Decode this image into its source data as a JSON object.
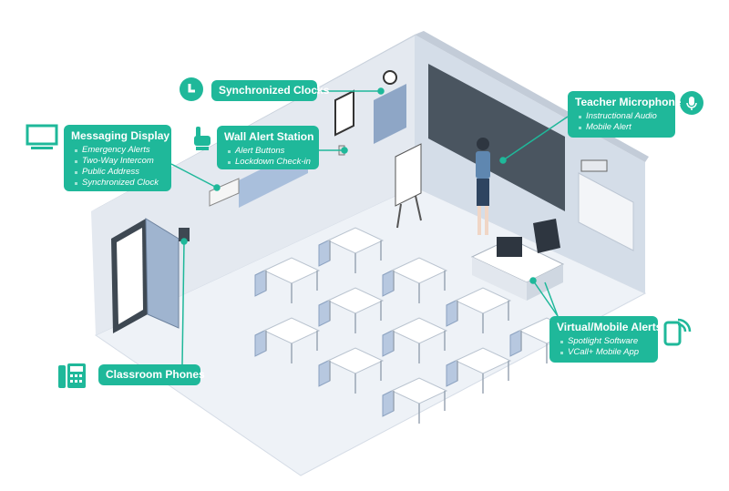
{
  "colors": {
    "accent": "#1fb89a",
    "wall": "#e3e8ef",
    "floor": "#eef2f7",
    "board": "#4a5560"
  },
  "callouts": {
    "clocks": {
      "title": "Synchronized Clocks",
      "icon": "clock-icon"
    },
    "messaging": {
      "title": "Messaging Display",
      "items": [
        "Emergency Alerts",
        "Two-Way Intercom",
        "Public Address",
        "Synchronized Clock"
      ],
      "icon": "monitor-icon"
    },
    "wall_alert": {
      "title": "Wall Alert Station",
      "items": [
        "Alert Buttons",
        "Lockdown Check-in"
      ],
      "icon": "hand-pointer-icon"
    },
    "microphone": {
      "title": "Teacher Microphone",
      "items": [
        "Instructional Audio",
        "Mobile Alert"
      ],
      "icon": "microphone-icon"
    },
    "mobile": {
      "title": "Virtual/Mobile Alerts",
      "items": [
        "Spotlight Software",
        "VCall+ Mobile App"
      ],
      "icon": "mobile-wifi-icon"
    },
    "phones": {
      "title": "Classroom Phones",
      "icon": "desk-phone-icon"
    }
  }
}
